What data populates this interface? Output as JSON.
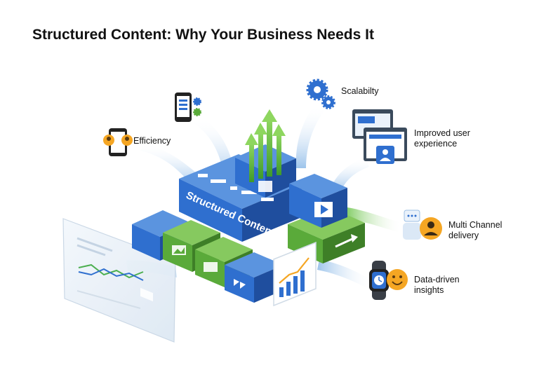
{
  "page": {
    "title": "Structured Content: Why Your Business Needs It"
  },
  "center": {
    "label": "Structured Content"
  },
  "benefits": [
    {
      "id": "efficiency",
      "lines": [
        "Efficiency"
      ],
      "icon": "phone-with-people-icon"
    },
    {
      "id": "scalability",
      "lines": [
        "Scalabilty"
      ],
      "icon": "gears-icon"
    },
    {
      "id": "improved-ux",
      "lines": [
        "Improved user",
        "experience"
      ],
      "icon": "browser-windows-icon"
    },
    {
      "id": "multichannel",
      "lines": [
        "Multi Channel",
        "delivery"
      ],
      "icon": "user-chat-icon"
    },
    {
      "id": "data-driven",
      "lines": [
        "Data-driven",
        "insights"
      ],
      "icon": "smartwatch-smiley-icon"
    }
  ],
  "colors": {
    "blue": "#2f6fcf",
    "blue_dark": "#1f4e9e",
    "green": "#5aaa3a",
    "green_dark": "#3e7f27",
    "orange": "#f5a623",
    "flow_blue": "#bcd8f2",
    "flow_green": "#a8d98a"
  }
}
